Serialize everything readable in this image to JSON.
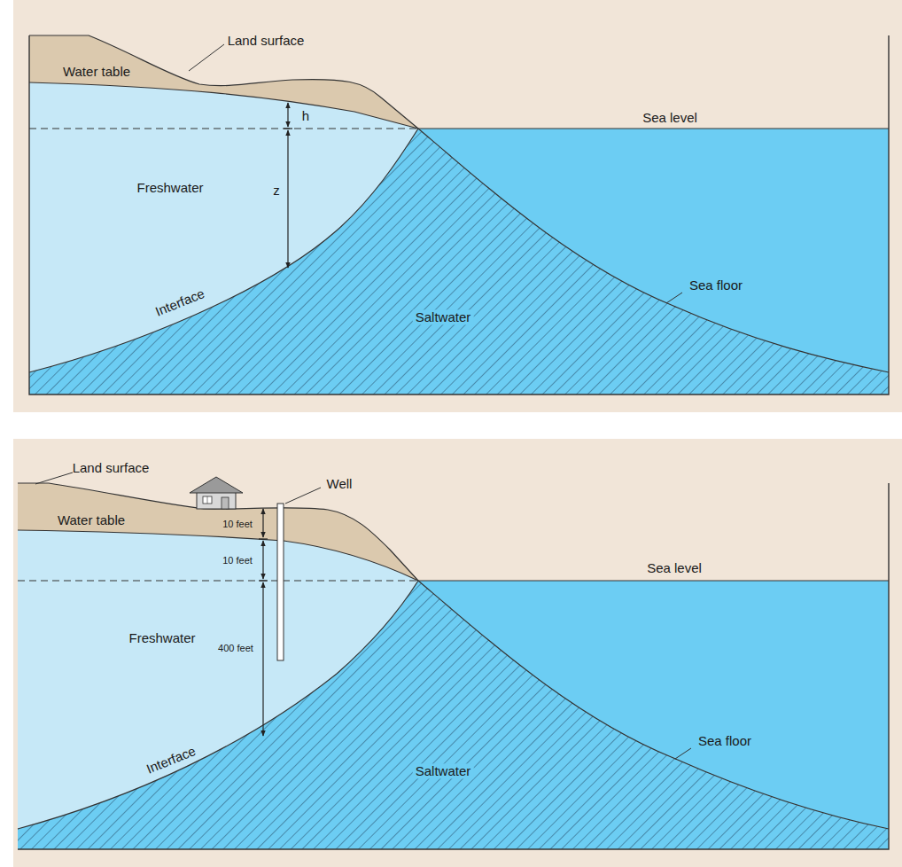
{
  "diagram": {
    "labels": [
      "Land surface",
      "Water table",
      "h",
      "Sea level",
      "Freshwater",
      "z",
      "Sea floor",
      "Interface",
      "Saltwater",
      "Land surface",
      "Well",
      "Water table",
      "10 feet",
      "10 feet",
      "Sea level",
      "Freshwater",
      "400 feet",
      "Sea floor",
      "Interface",
      "Saltwater"
    ]
  }
}
